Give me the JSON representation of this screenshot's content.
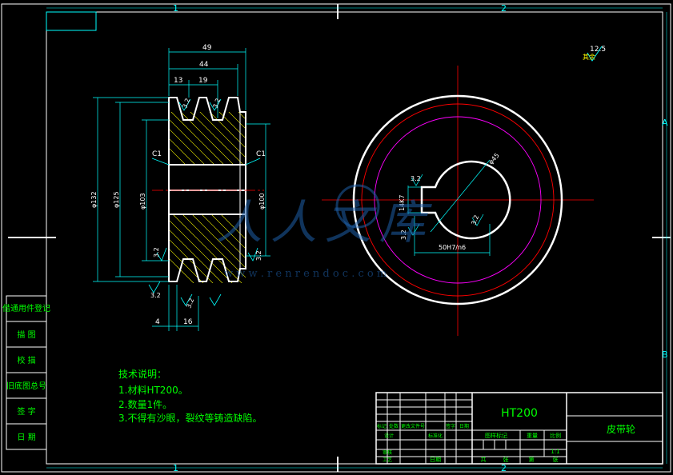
{
  "colors": {
    "background": "#000000",
    "frame": "#ffffff",
    "dimension": "#00ffff",
    "centerline": "#ff0000",
    "circle_magenta": "#ff00ff",
    "text_green": "#00ff00",
    "hatch": "#ffff00"
  },
  "border": {
    "zone_top": [
      "1",
      "2"
    ],
    "zone_bottom": [
      "1",
      "2"
    ],
    "zone_right": [
      "A",
      "B"
    ]
  },
  "roughness": {
    "global_value": "12.5",
    "global_note": "其余"
  },
  "section_view": {
    "dims_top": [
      "49",
      "44",
      "13",
      "19"
    ],
    "dims_left": [
      "φ132",
      "φ125",
      "φ103"
    ],
    "dims_right": [
      "φ100"
    ],
    "chamfers": [
      "C1",
      "C1"
    ],
    "roughness_labels": [
      "3.2",
      "3.2",
      "3.2",
      "3.2",
      "3.2",
      "3.2"
    ],
    "dims_bottom": [
      "4",
      "16"
    ]
  },
  "front_view": {
    "bore_dim": "φ45",
    "keyway_width": "14K7",
    "keyway_depth": "50H7/n6",
    "roughness_labels": [
      "3.2",
      "3.2",
      "3.2"
    ]
  },
  "notes": {
    "heading": "技术说明：",
    "items": [
      "1.材料HT200。",
      "2.数量1件。",
      "3.不得有沙眼，裂纹等铸造缺陷。"
    ]
  },
  "side_table": {
    "rows": [
      "借通用件登记",
      "描 图",
      "校 描",
      "旧底图总号",
      "签 字",
      "日 期"
    ]
  },
  "title_block": {
    "material": "HT200",
    "part_name": "皮带轮",
    "col_labels": [
      "标记",
      "处数",
      "更改文件号",
      "签字",
      "日期"
    ],
    "row_labels": [
      "设计",
      "标准化",
      "审核",
      "工艺"
    ],
    "mid_labels": [
      "图样标记",
      "重量",
      "比例"
    ],
    "scale": "1:1",
    "sheet_labels": [
      "共",
      "张",
      "第",
      "张"
    ],
    "date_label": "日期"
  },
  "watermark": {
    "main": "人人文库",
    "url": "w w w . r e n r e n d o c . c o m"
  }
}
